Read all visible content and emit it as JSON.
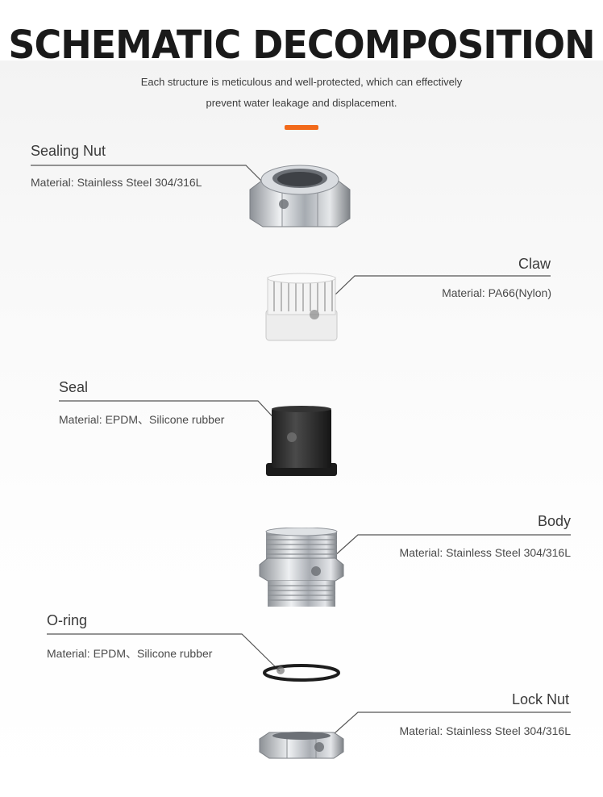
{
  "header": {
    "title": "SCHEMATIC DECOMPOSITION",
    "subtitle_line1": "Each structure is meticulous and well-protected, which can effectively",
    "subtitle_line2": "prevent water leakage and displacement."
  },
  "colors": {
    "accent": "#f26a1b",
    "line": "#555555",
    "steel": "#c9ccd1",
    "nylon": "#e9e9e9",
    "rubber": "#2b2b2b"
  },
  "components": [
    {
      "name": "Sealing Nut",
      "material": "Material: Stainless Steel 304/316L",
      "side": "left",
      "icon": "sealing-nut-image"
    },
    {
      "name": "Claw",
      "material": "Material: PA66(Nylon)",
      "side": "right",
      "icon": "claw-image"
    },
    {
      "name": "Seal",
      "material": "Material: EPDM、Silicone rubber",
      "side": "left",
      "icon": "seal-image"
    },
    {
      "name": "Body",
      "material": "Material: Stainless Steel 304/316L",
      "side": "right",
      "icon": "body-image"
    },
    {
      "name": "O-ring",
      "material": "Material: EPDM、Silicone rubber",
      "side": "left",
      "icon": "o-ring-image"
    },
    {
      "name": "Lock Nut",
      "material": "Material: Stainless Steel 304/316L",
      "side": "right",
      "icon": "lock-nut-image"
    }
  ]
}
